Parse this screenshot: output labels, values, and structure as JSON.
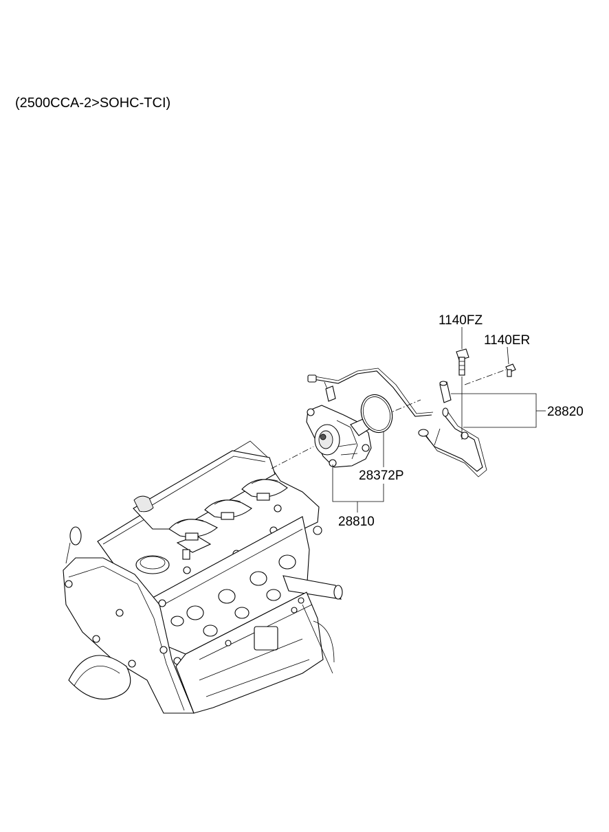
{
  "header": {
    "title": "(2500CCA-2>SOHC-TCI)"
  },
  "callouts": {
    "bolt_long": "1140FZ",
    "bolt_short": "1140ER",
    "oil_line_group": "28820",
    "gasket": "28372P",
    "vacuum_pump_assy": "28810"
  }
}
